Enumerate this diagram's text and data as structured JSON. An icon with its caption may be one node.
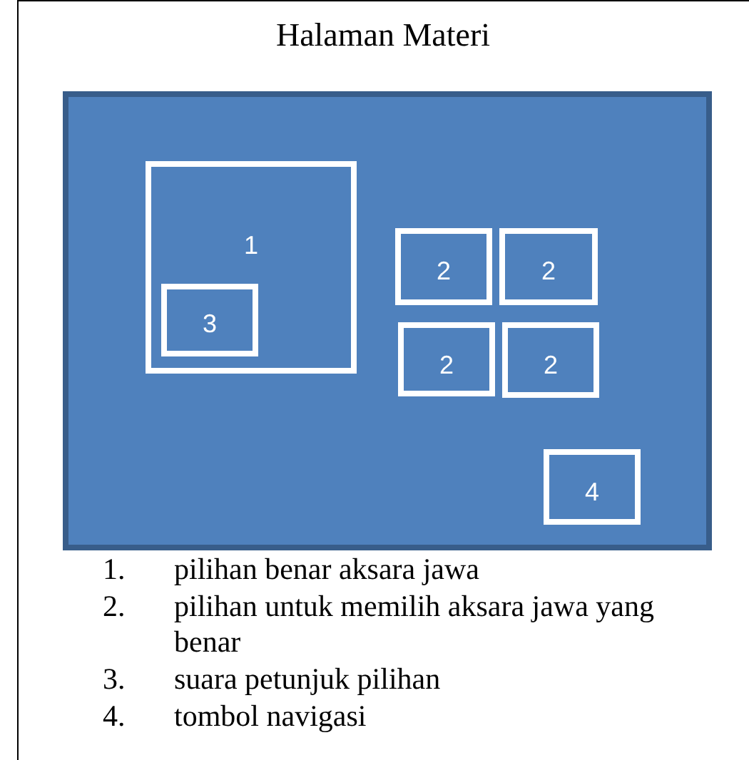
{
  "diagram": {
    "title": "Halaman Materi",
    "nodes": [
      {
        "text": [],
        "shape": "box"
      },
      {
        "text": [
          "1"
        ],
        "in": 0
      },
      {
        "text": [
          "3"
        ],
        "in": 1
      },
      {
        "text": [
          "2"
        ],
        "in": 0
      },
      {
        "text": [
          "2"
        ],
        "in": 0
      },
      {
        "text": [
          "2"
        ],
        "in": 0
      },
      {
        "text": [
          "2"
        ],
        "in": 0
      },
      {
        "text": [
          "4"
        ],
        "in": 0
      }
    ],
    "labels": [
      "1.",
      "pilihan benar aksara jawa",
      "2.",
      "pilihan untuk memilih aksara jawa yang benar",
      "3.",
      "suara petunjuk pilihan",
      "4.",
      "tombol navigasi"
    ]
  }
}
